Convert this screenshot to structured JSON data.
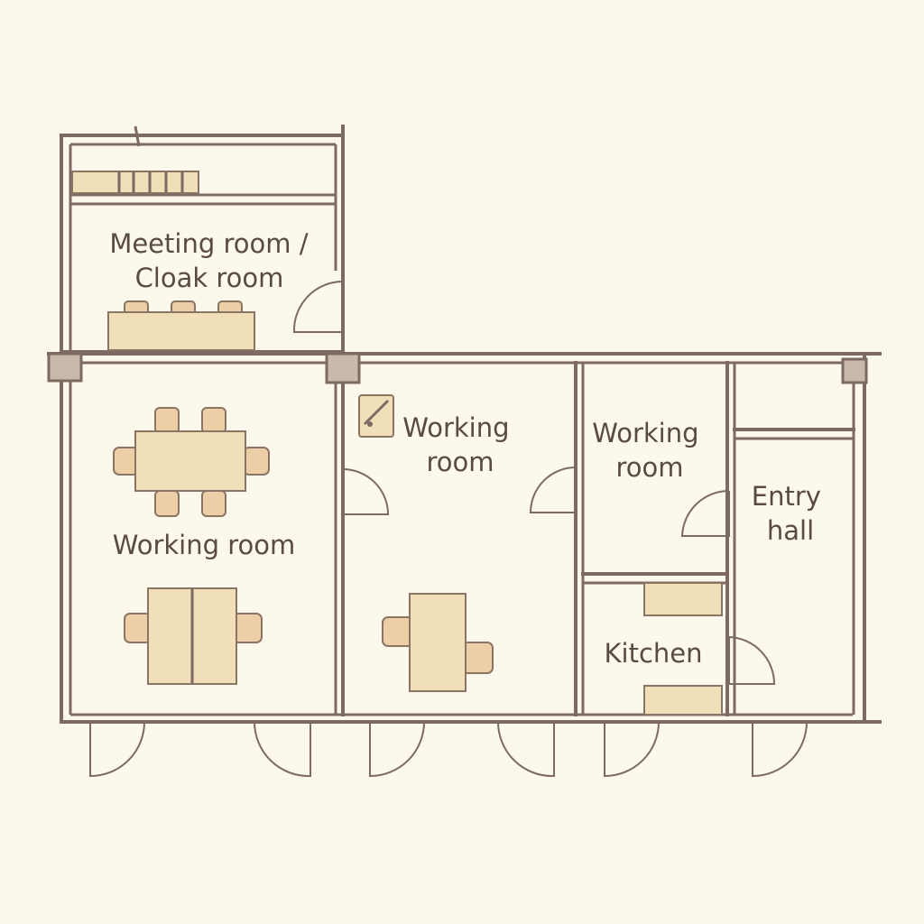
{
  "floor_plan": {
    "rooms": [
      {
        "id": "meeting",
        "label_lines": [
          "Meeting room /",
          "Cloak room"
        ]
      },
      {
        "id": "working-left",
        "label_lines": [
          "Working room"
        ]
      },
      {
        "id": "working-center",
        "label_lines": [
          "Working",
          "room"
        ]
      },
      {
        "id": "working-small",
        "label_lines": [
          "Working",
          "room"
        ]
      },
      {
        "id": "entry-hall",
        "label_lines": [
          "Entry",
          "hall"
        ]
      },
      {
        "id": "kitchen",
        "label_lines": [
          "Kitchen"
        ]
      }
    ]
  },
  "colors": {
    "background": "#fdf8ec",
    "wall": "#7d6a63",
    "pillar": "#c9b8ab",
    "furniture": "#f1dfb9",
    "text": "#5a4b42"
  }
}
